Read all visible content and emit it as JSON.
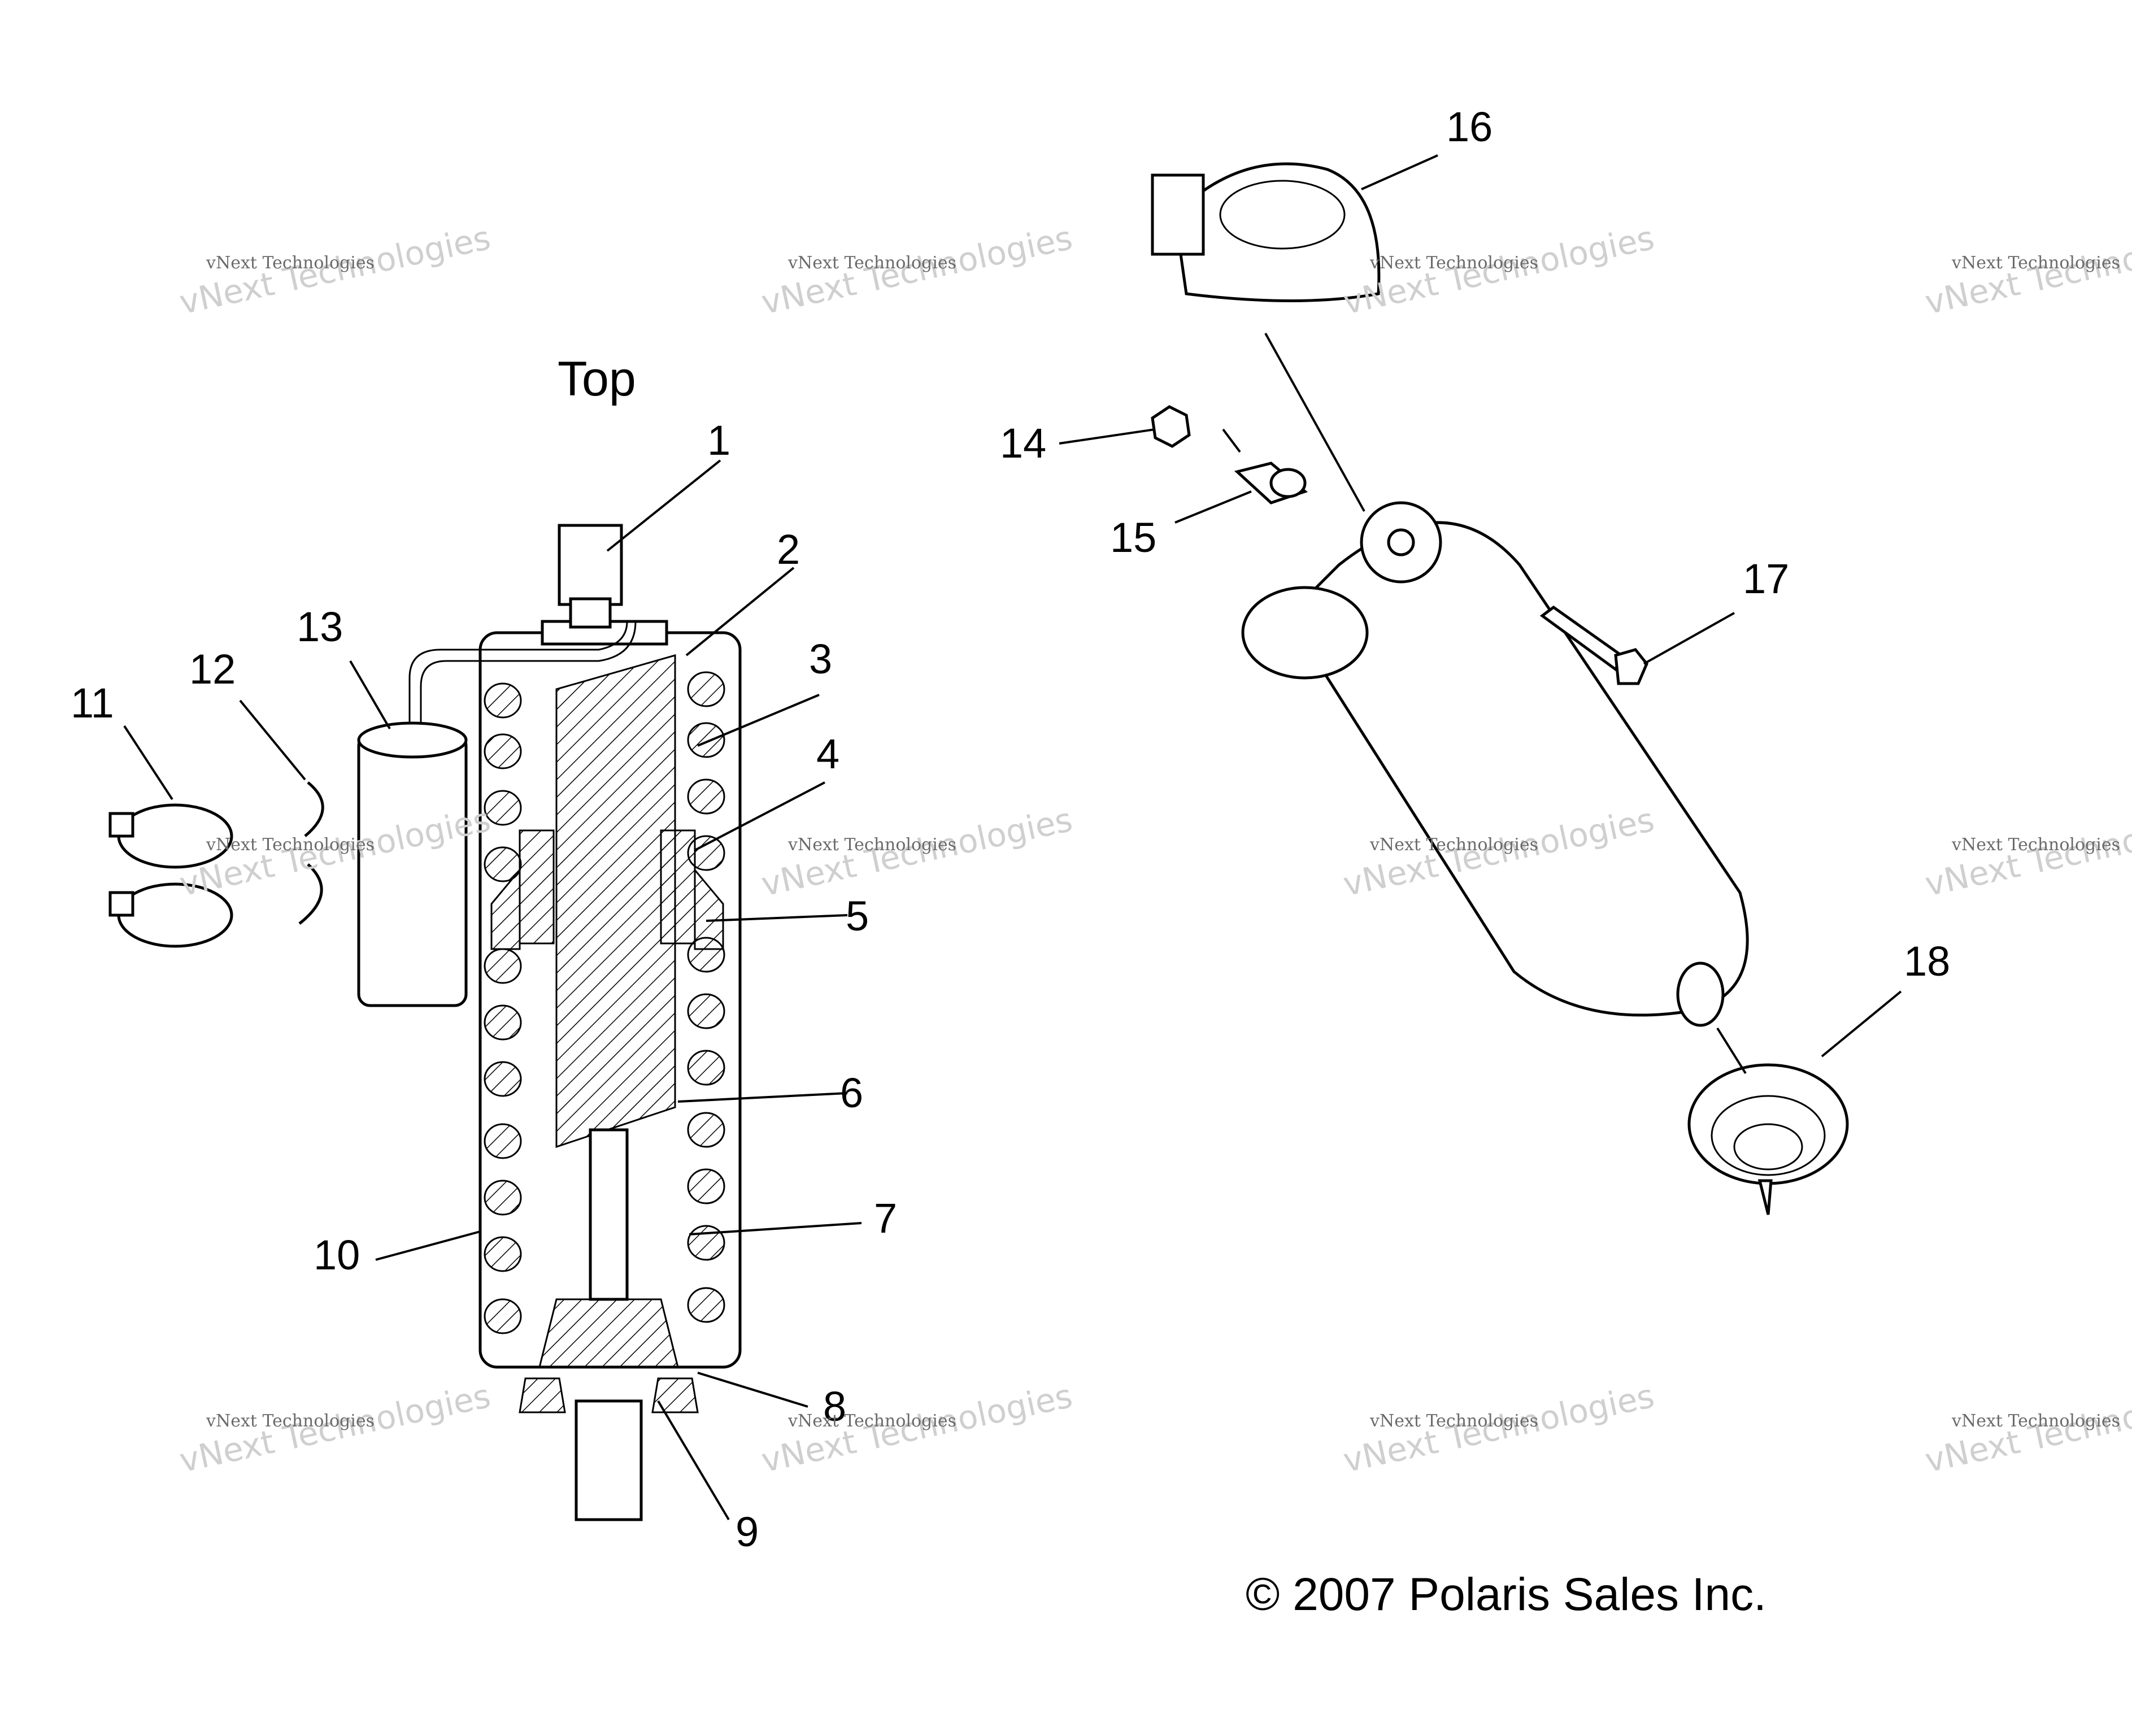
{
  "diagram": {
    "view_label": "Top",
    "copyright": "© 2007 Polaris Sales Inc.",
    "watermark": {
      "large": "vNext Technologies",
      "small": "vNext Technologies"
    },
    "callouts": [
      "1",
      "2",
      "3",
      "4",
      "5",
      "6",
      "7",
      "8",
      "9",
      "10",
      "11",
      "12",
      "13",
      "14",
      "15",
      "16",
      "17",
      "18"
    ]
  }
}
